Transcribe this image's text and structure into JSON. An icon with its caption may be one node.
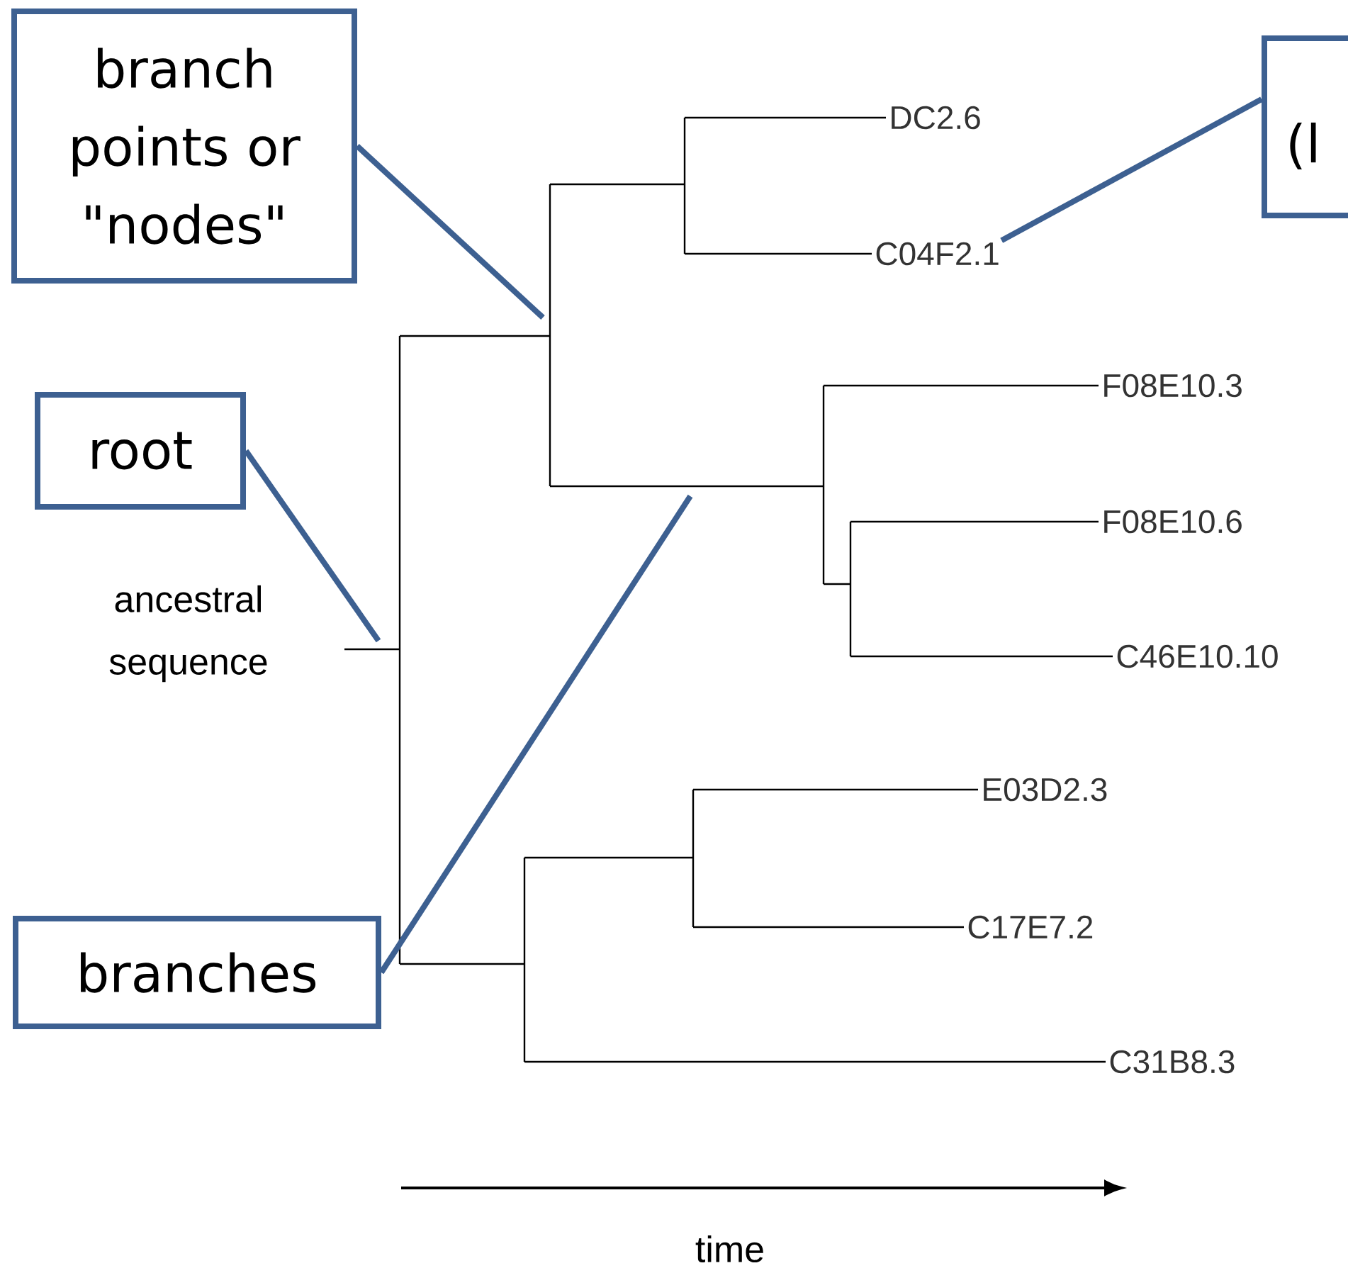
{
  "diagram": {
    "nodes": [
      {
        "text": [
          "branch points or \"nodes\""
        ]
      },
      {
        "text": [
          "root"
        ]
      },
      {
        "text": [
          "branches"
        ]
      },
      {
        "text": [
          "(l"
        ]
      },
      {
        "text": [
          "C04F2.1"
        ]
      }
    ],
    "edges": [
      {
        "from": 0,
        "to": null,
        "arrow": "none"
      },
      {
        "from": 1,
        "to": null,
        "arrow": "none"
      },
      {
        "from": 2,
        "to": null,
        "arrow": "none"
      },
      {
        "from": 3,
        "to": 4,
        "arrow": "none"
      }
    ],
    "labels": [
      "DC2.6",
      "F08E10.3",
      "F08E10.6",
      "ancestral sequence",
      "C46E10.10",
      "E03D2.3",
      "C17E7.2",
      "C31B8.3",
      "time"
    ]
  }
}
